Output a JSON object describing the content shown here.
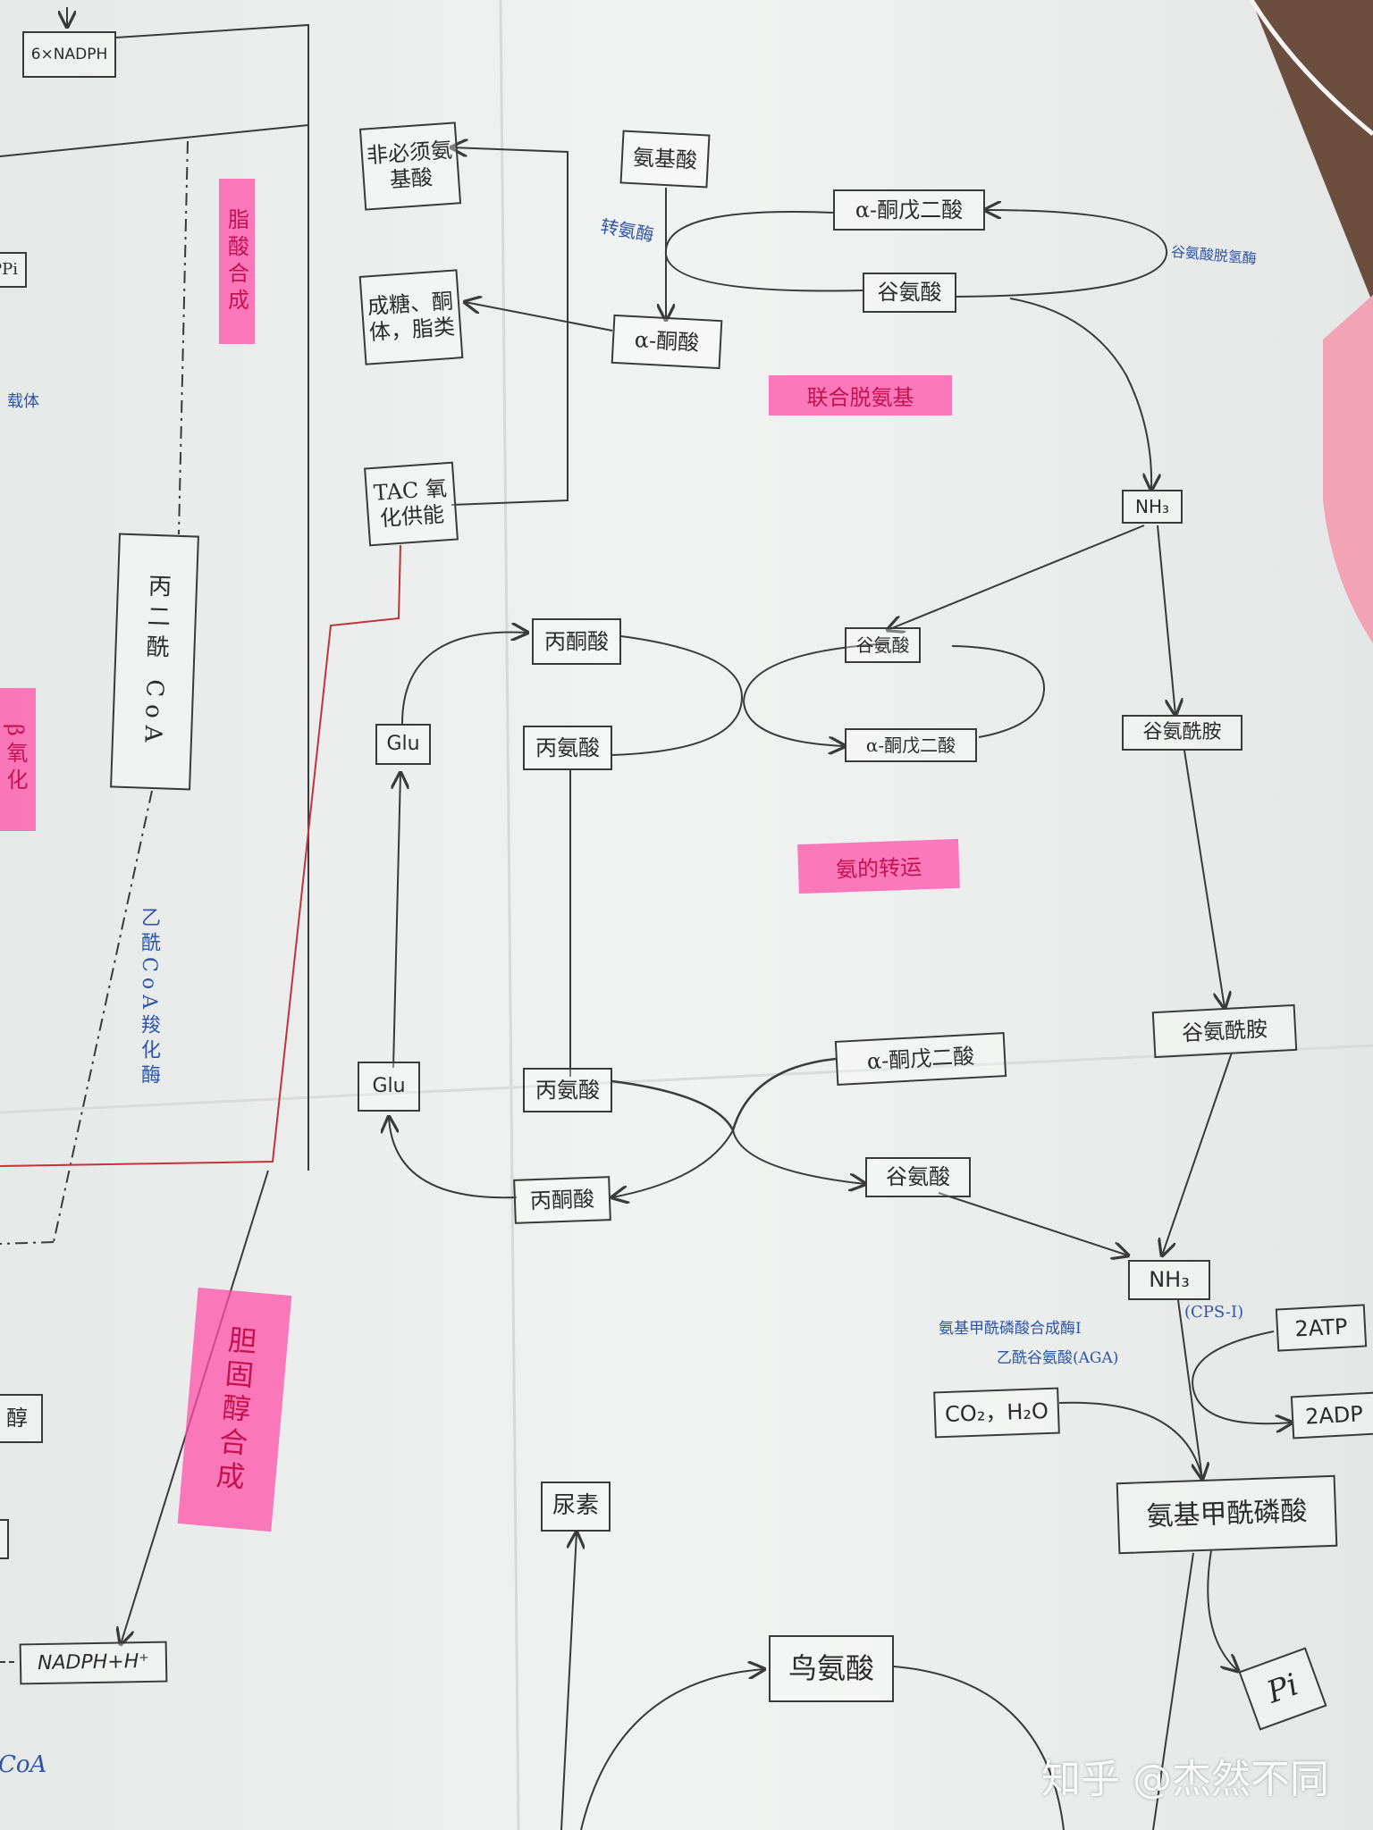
{
  "left_panel": {
    "nadph_top": "6×NADPH",
    "ppi_fragment": "PPi",
    "blue_fragment": "载体",
    "malonyl_coa": "丙二酰 CoA",
    "enzyme_blue": "乙酰CoA羧化酶",
    "fatty_acid_synthesis": "脂酸合成",
    "beta_oxidation": "β氧化",
    "cholesterol_synthesis": "胆固醇合成",
    "alcohol_fragment": "醇",
    "nadph_bottom": "NADPH+H⁺",
    "coa_fragment": "CoA"
  },
  "upper_section": {
    "nonessential_aa": "非必须氨基酸",
    "glycogenic": "成糖、酮体，脂类",
    "tac": "TAC 氧化供能",
    "amino_acid": "氨基酸",
    "transaminase": "转氨酶",
    "alpha_keto_acid": "α-酮酸",
    "alpha_kg": "α-酮戊二酸",
    "glutamate": "谷氨酸",
    "gdh_enzyme": "谷氨酸脱氢酶",
    "title": "联合脱氨基",
    "nh3": "NH₃"
  },
  "transport_section": {
    "pyruvate_top": "丙酮酸",
    "alanine_top": "丙氨酸",
    "glu_top": "Glu",
    "glutamate_mid": "谷氨酸",
    "alpha_kg_mid": "α-酮戊二酸",
    "glutamine_1": "谷氨酰胺",
    "title": "氨的转运",
    "glu_bottom": "Glu",
    "alanine_bottom": "丙氨酸",
    "alpha_kg_bottom": "α-酮戊二酸",
    "glutamate_bottom": "谷氨酸",
    "pyruvate_bottom": "丙酮酸",
    "glutamine_2": "谷氨酰胺"
  },
  "urea_section": {
    "nh3": "NH₃",
    "cps_label": "(CPS-I)",
    "enzyme_line1": "氨基甲酰磷酸合成酶Ⅰ",
    "enzyme_line2": "乙酰谷氨酸(AGA)",
    "atp": "2ATP",
    "adp": "2ADP",
    "co2_h2o": "CO₂，H₂O",
    "carbamoyl_phosphate": "氨基甲酰磷酸",
    "pi": "Pi",
    "urea": "尿素",
    "ornithine": "鸟氨酸"
  },
  "watermark": "知乎 @杰然不同",
  "colors": {
    "paper": "#ecefed",
    "ink": "#3a3a3a",
    "highlight": "#ff50aa",
    "blue_ink": "#2e55a8",
    "red_line": "#c0343a"
  }
}
